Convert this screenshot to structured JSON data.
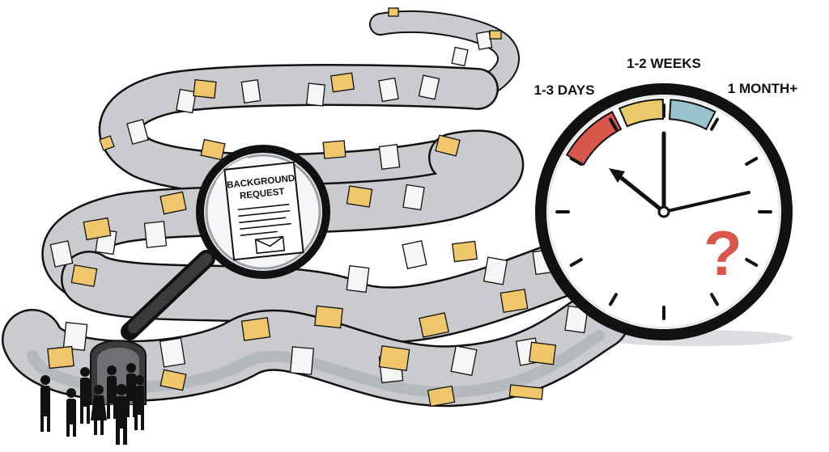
{
  "document_card": {
    "line1": "BACKGROUND",
    "line2": "REQUEST"
  },
  "clock": {
    "labels": {
      "short": "1-3 DAYS",
      "medium": "1-2 WEEKS",
      "long": "1 MONTH+"
    },
    "question_mark": "?",
    "colors": {
      "short": "#d9574a",
      "medium": "#eac96b",
      "long": "#98c3cd",
      "question": "#d9574a"
    }
  },
  "colors": {
    "ink": "#111111",
    "wall": "#c9cbce",
    "wall_shade": "#aeb1b5",
    "folder": "#efc76a",
    "paper": "#f6f6f4",
    "shadow": "#d9dadc"
  }
}
